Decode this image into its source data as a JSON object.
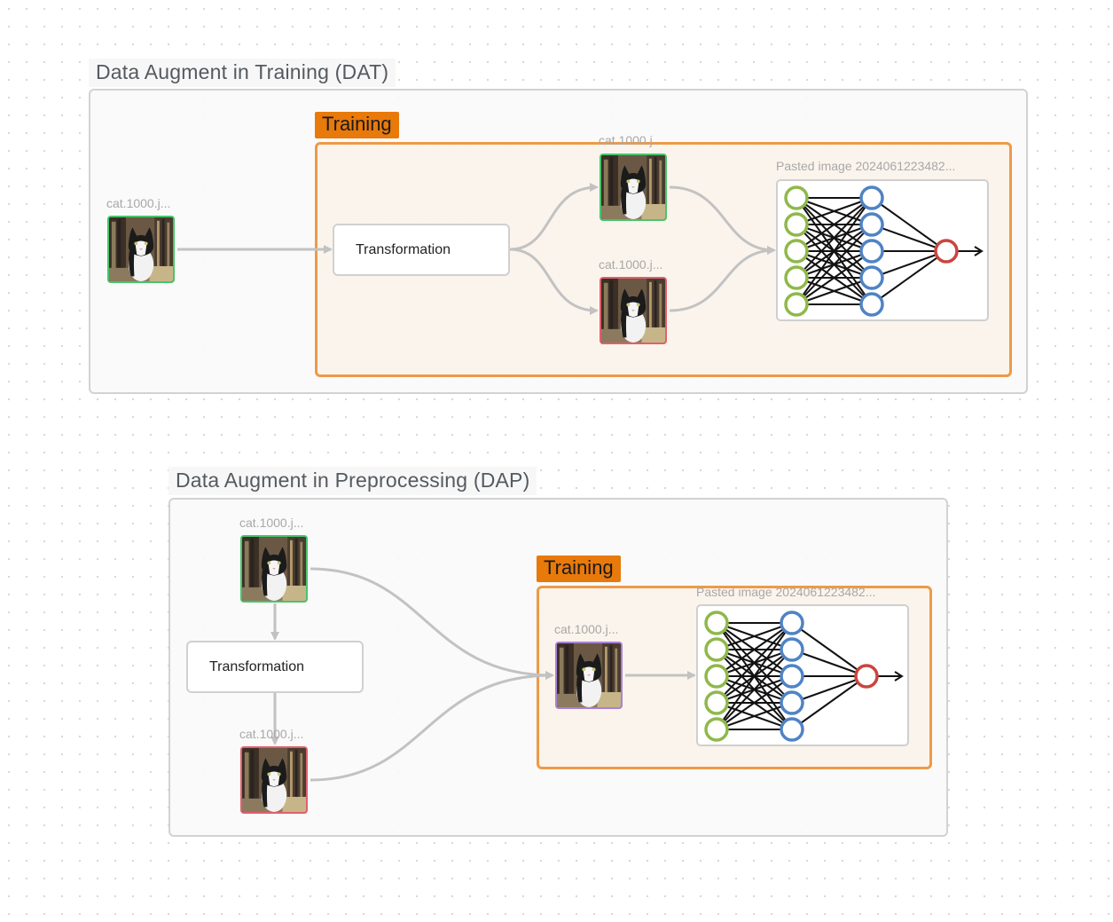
{
  "dat": {
    "title": "Data Augment in Training (DAT)",
    "training_label": "Training",
    "input_image_label": "cat.1000.j...",
    "transform_label": "Transformation",
    "aug_image_top_label": "cat.1000.j...",
    "aug_image_bottom_label": "cat.1000.j...",
    "network_label": "Pasted image 2024061223482..."
  },
  "dap": {
    "title": "Data Augment in Preprocessing (DAP)",
    "training_label": "Training",
    "input_image_label": "cat.1000.j...",
    "transform_label": "Transformation",
    "aug_image_label": "cat.1000.j...",
    "merged_image_label": "cat.1000.j...",
    "network_label": "Pasted image 2024061223482..."
  },
  "colors": {
    "edge": "#c2c2c2",
    "training_accent": "#e8790b",
    "training_border": "#ee9a48",
    "original_image_border": "#48c46a",
    "augmented_image_border": "#e0606c",
    "merged_image_border": "#a982d6",
    "nn_input_layer": "#8fb84a",
    "nn_hidden_layer": "#4f83c4",
    "nn_output_layer": "#c9453f"
  }
}
